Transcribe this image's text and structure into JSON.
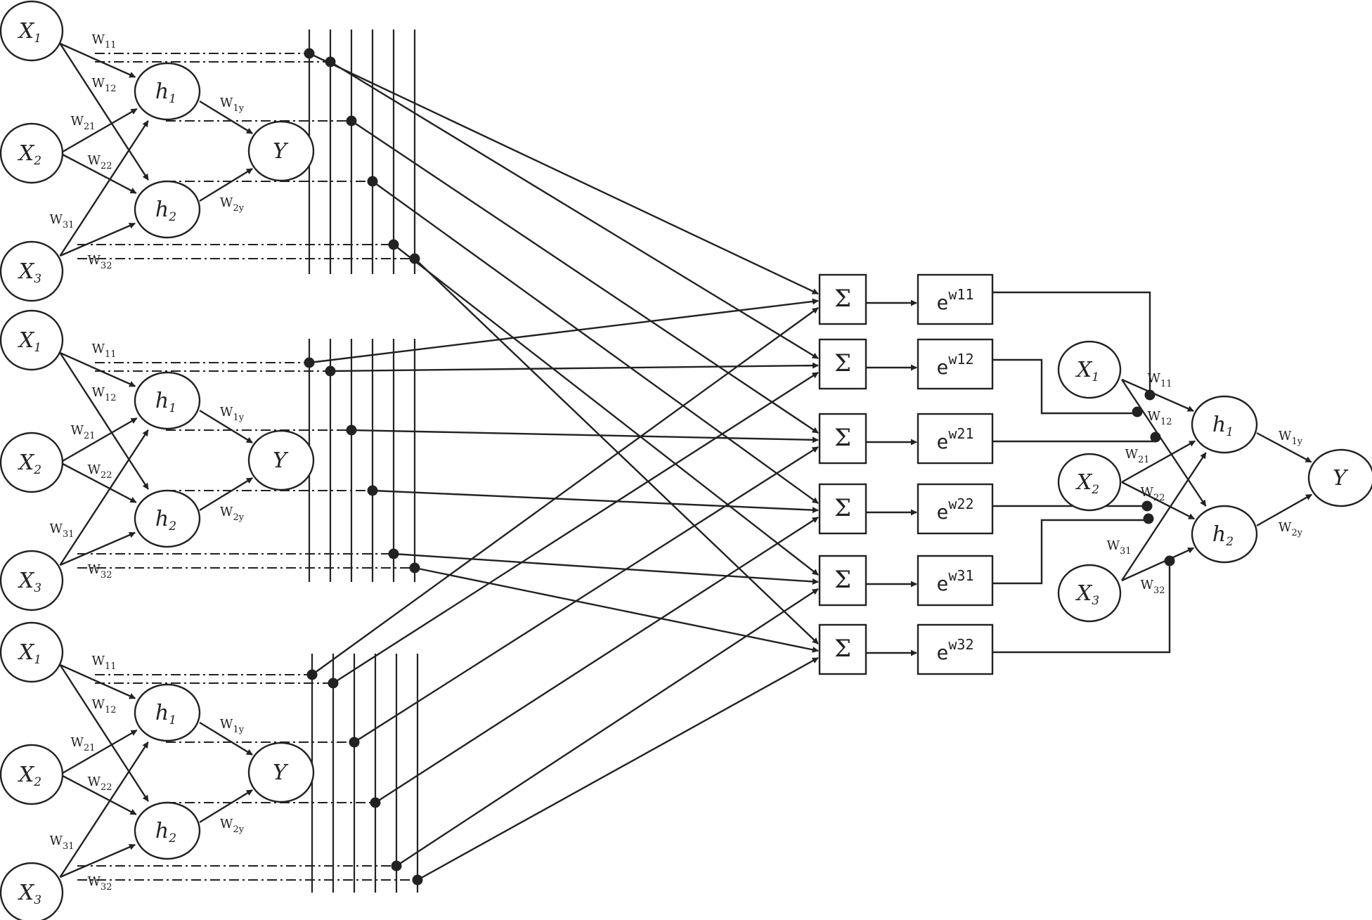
{
  "colors": {
    "ink": "#222222",
    "background": "#ffffff"
  },
  "networks": [
    {
      "inputs": [
        {
          "main": "X",
          "sub": "1"
        },
        {
          "main": "X",
          "sub": "2"
        },
        {
          "main": "X",
          "sub": "3"
        }
      ],
      "hidden": [
        {
          "main": "h",
          "sub": "1"
        },
        {
          "main": "h",
          "sub": "2"
        }
      ],
      "output": {
        "main": "Y"
      },
      "input_weights": [
        {
          "main": "W",
          "sub": "11"
        },
        {
          "main": "W",
          "sub": "12"
        },
        {
          "main": "W",
          "sub": "21"
        },
        {
          "main": "W",
          "sub": "22"
        },
        {
          "main": "W",
          "sub": "31"
        },
        {
          "main": "W",
          "sub": "32"
        }
      ],
      "output_weights": [
        {
          "main": "W",
          "sub": "1y"
        },
        {
          "main": "W",
          "sub": "2y"
        }
      ]
    },
    {
      "inputs": [
        {
          "main": "X",
          "sub": "1"
        },
        {
          "main": "X",
          "sub": "2"
        },
        {
          "main": "X",
          "sub": "3"
        }
      ],
      "hidden": [
        {
          "main": "h",
          "sub": "1"
        },
        {
          "main": "h",
          "sub": "2"
        }
      ],
      "output": {
        "main": "Y"
      },
      "input_weights": [
        {
          "main": "W",
          "sub": "11"
        },
        {
          "main": "W",
          "sub": "12"
        },
        {
          "main": "W",
          "sub": "21"
        },
        {
          "main": "W",
          "sub": "22"
        },
        {
          "main": "W",
          "sub": "31"
        },
        {
          "main": "W",
          "sub": "32"
        }
      ],
      "output_weights": [
        {
          "main": "W",
          "sub": "1y"
        },
        {
          "main": "W",
          "sub": "2y"
        }
      ]
    },
    {
      "inputs": [
        {
          "main": "X",
          "sub": "1"
        },
        {
          "main": "X",
          "sub": "2"
        },
        {
          "main": "X",
          "sub": "3"
        }
      ],
      "hidden": [
        {
          "main": "h",
          "sub": "1"
        },
        {
          "main": "h",
          "sub": "2"
        }
      ],
      "output": {
        "main": "Y"
      },
      "input_weights": [
        {
          "main": "W",
          "sub": "11"
        },
        {
          "main": "W",
          "sub": "12"
        },
        {
          "main": "W",
          "sub": "21"
        },
        {
          "main": "W",
          "sub": "22"
        },
        {
          "main": "W",
          "sub": "31"
        },
        {
          "main": "W",
          "sub": "32"
        }
      ],
      "output_weights": [
        {
          "main": "W",
          "sub": "1y"
        },
        {
          "main": "W",
          "sub": "2y"
        }
      ]
    }
  ],
  "sum_symbol": "Σ",
  "exp_blocks": [
    {
      "base": "e",
      "sup": "w11"
    },
    {
      "base": "e",
      "sup": "w12"
    },
    {
      "base": "e",
      "sup": "w21"
    },
    {
      "base": "e",
      "sup": "w22"
    },
    {
      "base": "e",
      "sup": "w31"
    },
    {
      "base": "e",
      "sup": "w32"
    }
  ],
  "final_network": {
    "inputs": [
      {
        "main": "X",
        "sub": "1"
      },
      {
        "main": "X",
        "sub": "2"
      },
      {
        "main": "X",
        "sub": "3"
      }
    ],
    "hidden": [
      {
        "main": "h",
        "sub": "1"
      },
      {
        "main": "h",
        "sub": "2"
      }
    ],
    "output": {
      "main": "Y"
    },
    "input_weights": [
      {
        "main": "W",
        "sub": "11"
      },
      {
        "main": "W",
        "sub": "12"
      },
      {
        "main": "W",
        "sub": "21"
      },
      {
        "main": "W",
        "sub": "22"
      },
      {
        "main": "W",
        "sub": "31"
      },
      {
        "main": "W",
        "sub": "32"
      }
    ],
    "output_weights": [
      {
        "main": "W",
        "sub": "1y"
      },
      {
        "main": "W",
        "sub": "2y"
      }
    ]
  }
}
